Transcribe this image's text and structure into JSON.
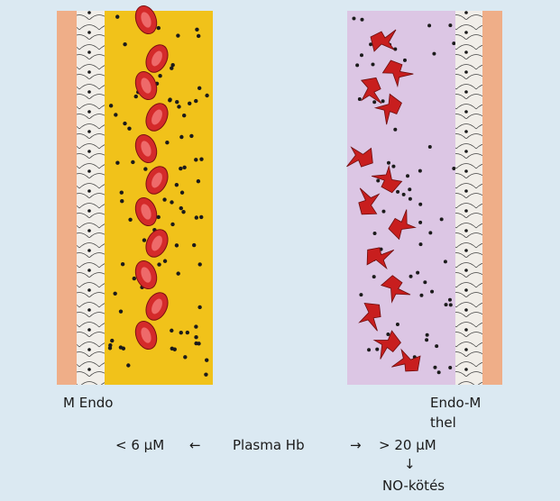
{
  "colors": {
    "background": "#dbe9f2",
    "muscle_layer": "#e99a6e",
    "endothelium": "#f1eee9",
    "normal_plasma": "#f1c21a",
    "hemolytic_plasma": "#dcc6e4",
    "red_cell": "#d42a2a",
    "dots": "#1b1b1b"
  },
  "labels": {
    "left_wall": "M Endo",
    "right_wall_line1": "Endo-M",
    "right_wall_line2": "thel",
    "left_conc": "< 6 μM",
    "left_arrow": "←",
    "center": "Plasma Hb",
    "right_arrow": "→",
    "right_conc": "> 20 μM",
    "down_arrow": "↓",
    "result": "NO-kötés"
  }
}
